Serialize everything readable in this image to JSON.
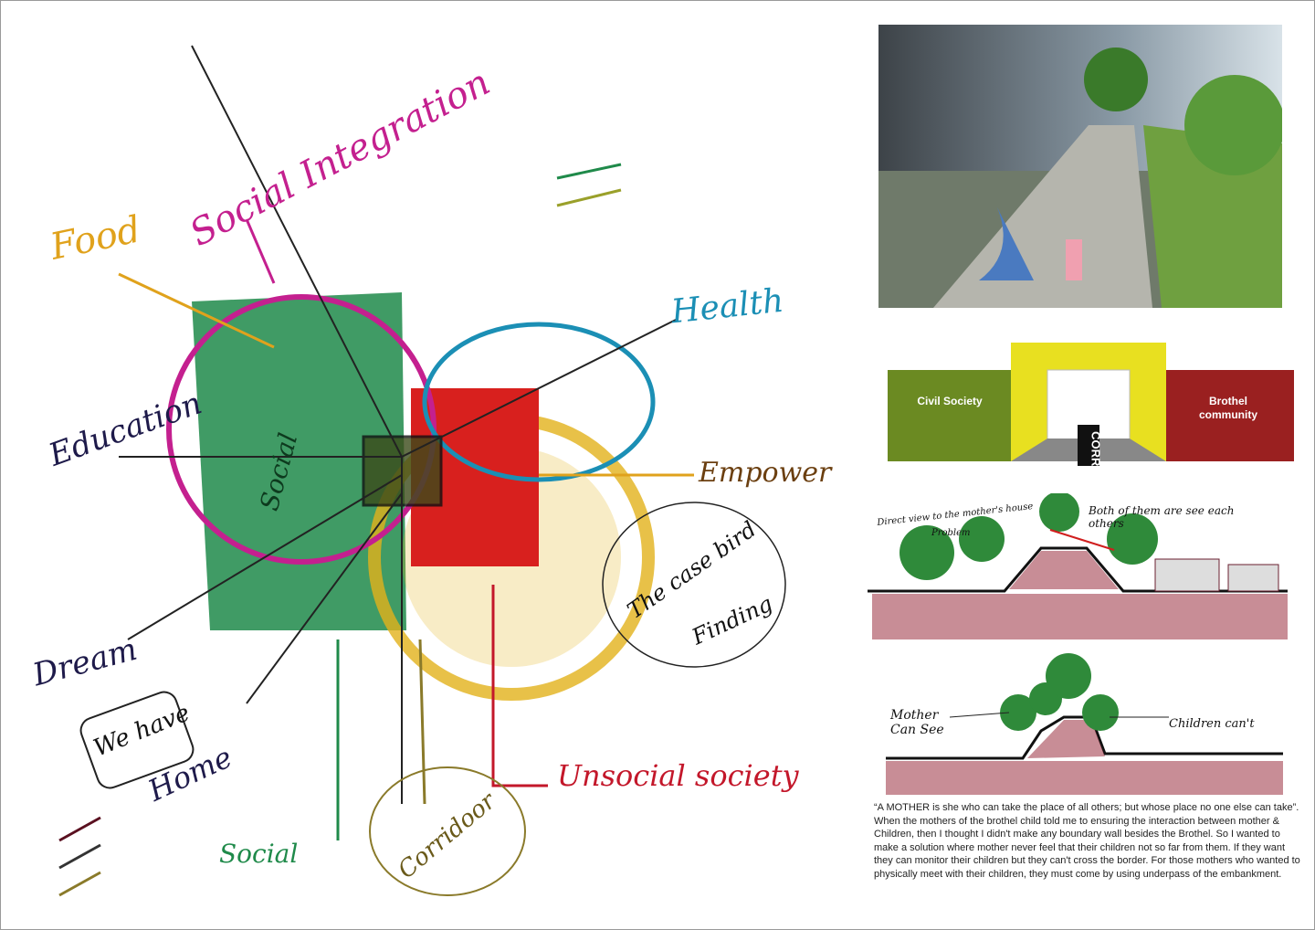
{
  "concept_sketch": {
    "labels": {
      "food": "Food",
      "social_integration": "Social Integration",
      "health": "Health",
      "education": "Education",
      "empower": "Empower",
      "dream": "Dream",
      "we_have": "We have",
      "home": "Home",
      "social": "Social",
      "social_inner": "Social",
      "corridor": "Corridoor",
      "unsocial_society": "Unsocial society",
      "the_case_bird": "The case bird",
      "finding": "Finding"
    },
    "colors": {
      "food": "#e0a21c",
      "social": "#c4208f",
      "health": "#1b8fb5",
      "education": "#1e1a4a",
      "empower": "#6b3f10",
      "unsocial": "#c3172a",
      "green": "#1f8a4a",
      "red": "#d8201e",
      "yellow": "#e2b21a"
    }
  },
  "corridor_diagram": {
    "left_label": "Civil Society",
    "right_label": "Brothel community",
    "center_label": "CORRIDOR"
  },
  "section_upper": {
    "note_left": "Direct view to the mother's house",
    "note_problem": "Problem",
    "note_right": "Both of them are see each others"
  },
  "section_lower": {
    "note_left": "Mother Can See",
    "note_right": "Children can't"
  },
  "description": "“A MOTHER is she who can take the place of all others; but whose place no one else can take”. When the mothers of the brothel child told me to ensuring the interaction between mother & Children, then I thought I didn't make any boundary wall besides the Brothel. So I wanted to make a solution where mother never feel that their children not so far from them. If they want they can monitor their children but they can't cross the border. For those mothers who wanted to physically meet with their children, they must come by using underpass of the embankment."
}
